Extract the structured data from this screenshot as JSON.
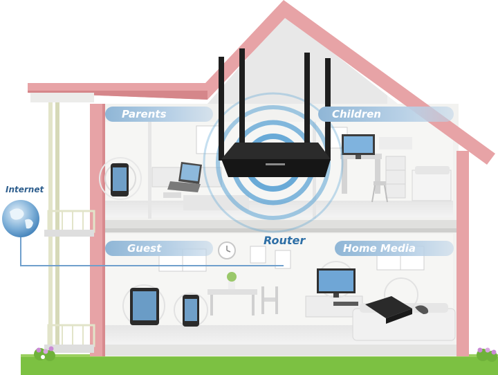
{
  "rooms": {
    "parents": "Parents",
    "children": "Children",
    "guest": "Guest",
    "home_media": "Home Media"
  },
  "router_label": "Router",
  "internet_label": "Internet",
  "colors": {
    "roof": "#e7a3a6",
    "wall": "#f0f0ef",
    "tab": "#9dbfdc",
    "signal": "#5aa2d4",
    "ground": "#7cc142",
    "router": "#161616"
  }
}
